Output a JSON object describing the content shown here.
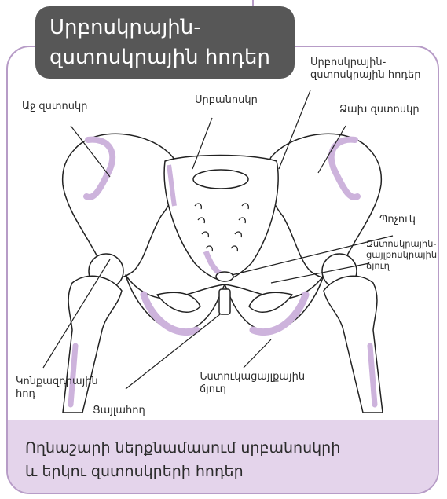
{
  "title": "Սրբոսկրային-\nզստոսկրային հոդեր",
  "labels": {
    "sij_right": "Սրբոսկրային-\nզստոսկրային հոդեր",
    "right_ilium": "Աջ զստոսկր",
    "sacrum": "Սրբանոսկր",
    "left_ilium": "Ձախ զստոսկր",
    "coccyx": "Պոչուկ",
    "iliofemoral": "Զստոսկրային-\nցայլքոսկրային\nճյուղ",
    "hip_joint": "Կոնքազդրային\nհոդ",
    "pubic_symphysis": "Ցայլահոդ",
    "ischiopubic": "Նստուկացայլքային\nճյուղ"
  },
  "caption": "Ողնաշարի ներքնամասում սրբանոսկրի\nև երկու զստոսկրերի հոդեր",
  "colors": {
    "accent": "#b79cc7",
    "title_bg": "#575757",
    "caption_bg": "#e4d4eb",
    "bone_shade": "#cdb3dc",
    "line": "#222222"
  }
}
